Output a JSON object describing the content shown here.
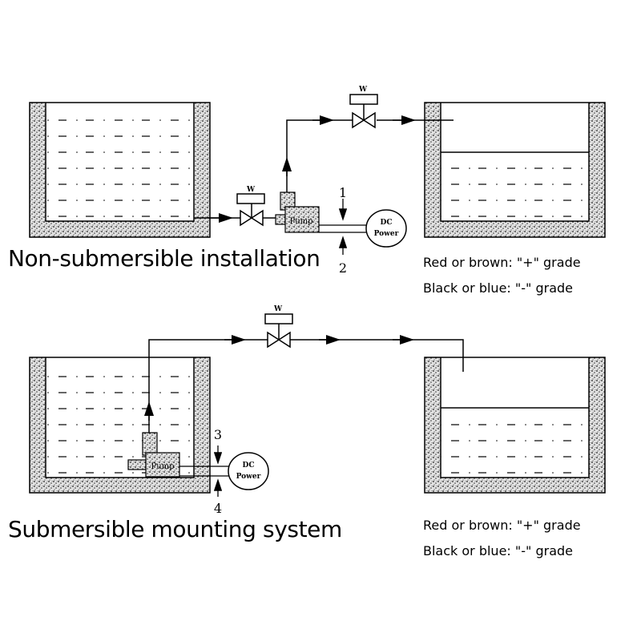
{
  "top": {
    "caption": "Non-submersible installation",
    "callout_1": "1",
    "callout_2": "2",
    "pump_label": "Pump",
    "dc_line1": "DC",
    "dc_line2": "Power",
    "valve_label": "W",
    "legend_positive": "Red or brown: \"+\" grade",
    "legend_negative": "Black or blue: \"-\" grade"
  },
  "bottom": {
    "caption": "Submersible mounting system",
    "callout_3": "3",
    "callout_4": "4",
    "pump_label": "Pump",
    "dc_line1": "DC",
    "dc_line2": "Power",
    "valve_label": "W",
    "legend_positive": "Red or brown: \"+\" grade",
    "legend_negative": "Black or blue: \"-\" grade"
  },
  "colors": {
    "line": "#000000",
    "background": "#ffffff",
    "tank_wall": "speckled-gray"
  },
  "icons": [
    "solenoid-valve-icon",
    "pump-icon",
    "dc-power-icon",
    "flow-arrow-icon"
  ]
}
